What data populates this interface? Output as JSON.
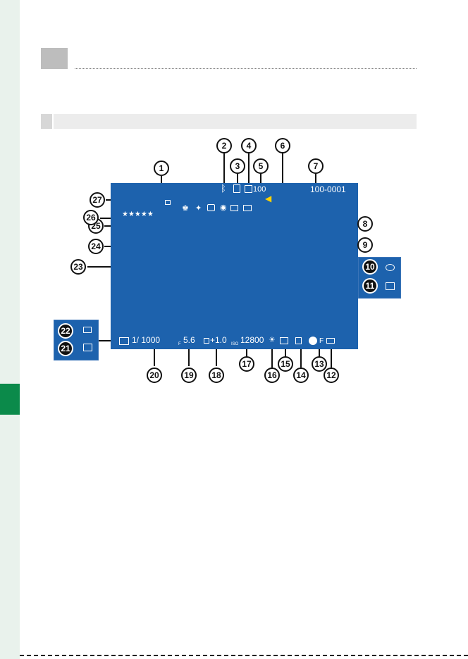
{
  "screen": {
    "frame_counter": "100-0001",
    "frames_remaining": "100",
    "shutter_speed": "1/ 1000",
    "aperture_prefix": "F",
    "aperture": "5.6",
    "exposure_comp": "+1.0",
    "iso_prefix": "ISO",
    "iso": "12800",
    "quality": "F",
    "rating_stars": "★★★★★"
  },
  "callouts": [
    "1",
    "2",
    "3",
    "4",
    "5",
    "6",
    "7",
    "8",
    "9",
    "10",
    "11",
    "12",
    "13",
    "14",
    "15",
    "16",
    "17",
    "18",
    "19",
    "20",
    "21",
    "22",
    "23",
    "24",
    "25",
    "26",
    "27"
  ],
  "icons": {
    "bluetooth": "bluetooth-icon",
    "print_order": "print-order-icon",
    "protect": "protect-icon",
    "volume_off": "volume-off-icon",
    "red_eye": "red-eye-icon",
    "face_detection": "face-detection-icon",
    "gift": "gift-icon",
    "photobook": "photobook-icon",
    "battery": "battery-icon",
    "movie": "movie-icon",
    "playback": "playback-icon",
    "hdr": "hdr-icon"
  },
  "colors": {
    "screen_bg": "#1d62ad",
    "tab_accent": "#0b8a4a"
  }
}
